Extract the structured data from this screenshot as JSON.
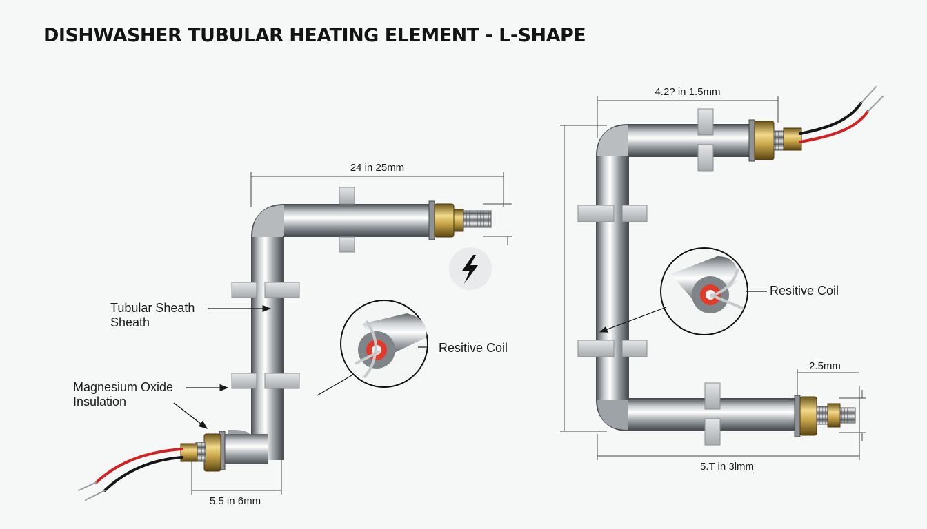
{
  "title": "DISHWASHER TUBULAR HEATING ELEMENT - L-SHAPE",
  "left_element": {
    "dim_top": "24 in 25mm",
    "dim_bottom": "5.5 in 6mm",
    "callout_sheath_line1": "Tubular Sheath",
    "callout_sheath_line2": "Sheath",
    "callout_insulation_line1": "Magnesium Oxide",
    "callout_insulation_line2": "Insulation",
    "callout_coil": "Resitive Coil"
  },
  "right_element": {
    "dim_top": "4.2? in 1.5mm",
    "dim_bottom": "5.T in 3lmm",
    "dim_terminal": "2.5mm",
    "callout_coil": "Resitive Coil"
  },
  "colors": {
    "wire_red": "#d42020",
    "wire_black": "#151515",
    "brass": "#c9a64a",
    "coil_core": "#e23a2a"
  },
  "icons": [
    "lightning-bolt-icon"
  ]
}
